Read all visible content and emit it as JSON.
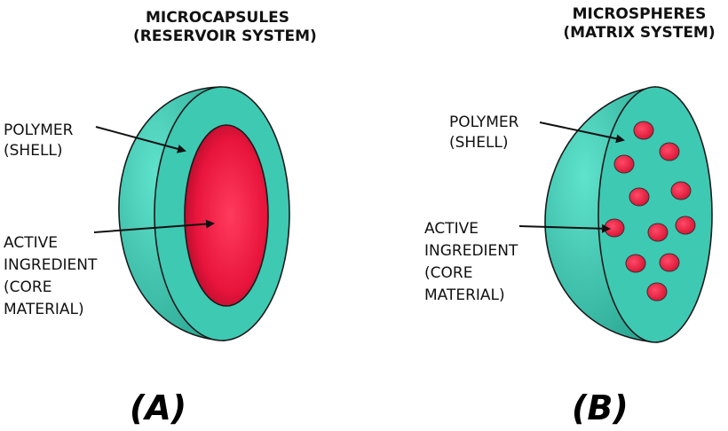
{
  "panel_a": {
    "title_line1": "MICROCAPSULES",
    "title_line2": "(RESERVOIR SYSTEM)",
    "shell_label_line1": "POLYMER",
    "shell_label_line2": "(SHELL)",
    "core_label_line1": "ACTIVE",
    "core_label_line2": "INGREDIENT",
    "core_label_line3": "(CORE",
    "core_label_line4": "MATERIAL)",
    "caption": "(A)"
  },
  "panel_b": {
    "title_line1": "MICROSPHERES",
    "title_line2": "(MATRIX SYSTEM)",
    "shell_label_line1": "POLYMER",
    "shell_label_line2": "(SHELL)",
    "core_label_line1": "ACTIVE",
    "core_label_line2": "INGREDIENT",
    "core_label_line3": "(CORE",
    "core_label_line4": "MATERIAL)",
    "caption": "(B)"
  },
  "colors": {
    "shell": "#3ec9b3",
    "shell_dark": "#1f8f80",
    "core": "#e8143c",
    "core_light": "#ff3b5c",
    "outline": "#1a1a1a"
  }
}
